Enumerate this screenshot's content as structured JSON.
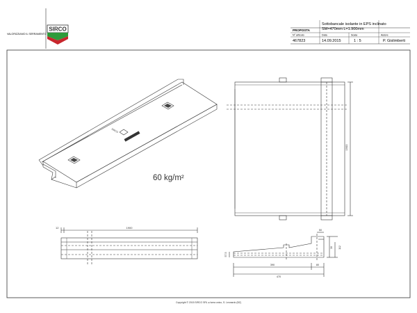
{
  "header": {
    "company_tagline": "VALORIZZIAMO IL SERRAMENTO",
    "logo_text": "SIRCO",
    "proposal_label": "PROPOSTA",
    "description_line1": "Sottobancale isolante in EPS inclinato",
    "description_line2": "SM=470mm  L=1.900mm",
    "col_article": "N° articolo",
    "col_date": "Data",
    "col_scale": "Scala",
    "col_author": "Autore",
    "article_number": "467823",
    "date": "14.09.2015",
    "scale": "1 : 5",
    "author": "P. Gislimberti"
  },
  "drawing": {
    "weight_note": "60 kg/m²",
    "iso_label_top": "SIRCO",
    "side_height_dim": "1900",
    "front_left_dim": "12",
    "front_length_dim": "1900",
    "section_dim_top_right": "50",
    "section_dim_right_a": "30",
    "section_dim_right_b": "112",
    "section_dim_left": "57,5",
    "section_dim_bottom_a": "390",
    "section_dim_bottom_b": "80",
    "section_dim_total": "470"
  },
  "footer": {
    "copyright": "Copyright © 2015 SIRCO SRL ● Isera unico, S. Leonardo (BZ)"
  },
  "colors": {
    "logo_green": "#2e9b3a",
    "logo_red": "#c8262d",
    "line": "#333333"
  }
}
